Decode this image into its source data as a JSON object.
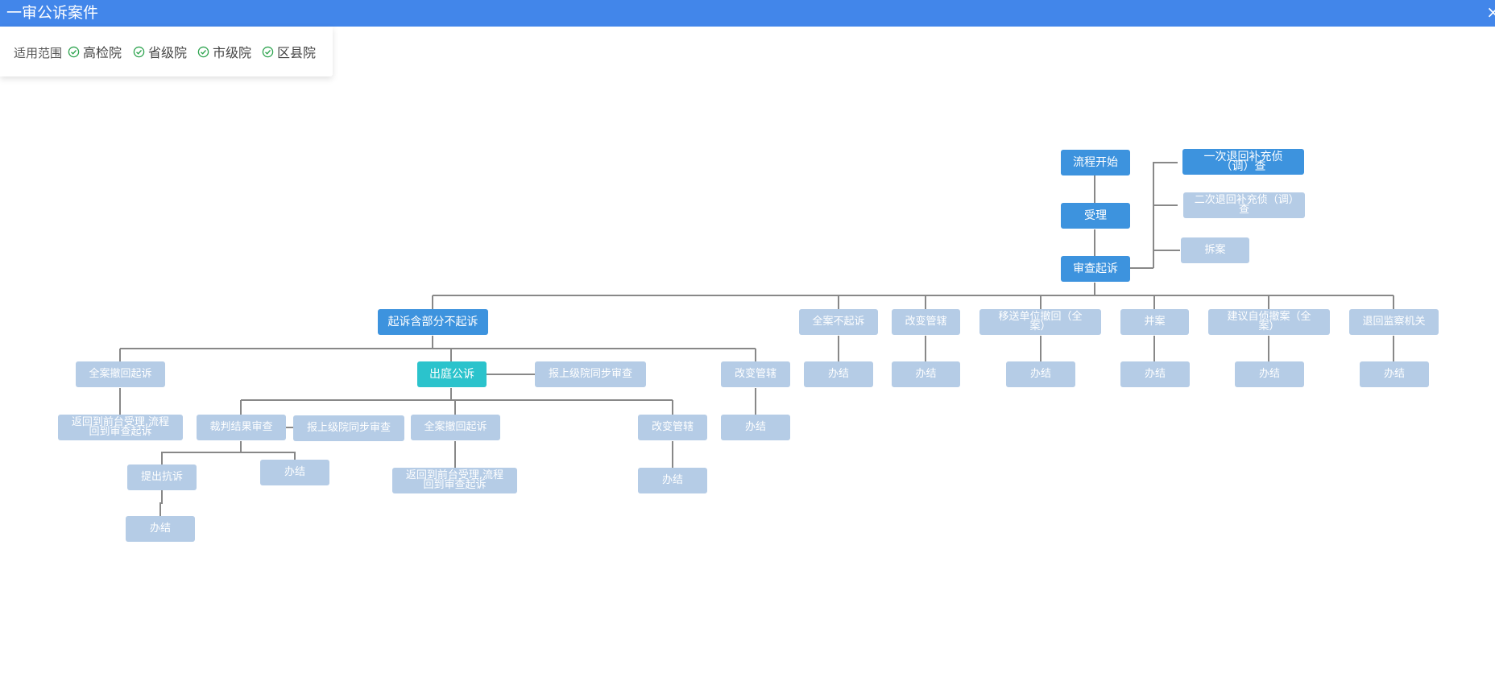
{
  "window": {
    "title": "一审公诉案件",
    "close_glyph": "×"
  },
  "scope": {
    "label": "适用范围",
    "check_color": "#2ea44f",
    "options": [
      "高检院",
      "省级院",
      "市级院",
      "区县院"
    ]
  },
  "colors": {
    "header": "#4286ea",
    "active_node": "#3d93de",
    "current_node": "#2bc3cc",
    "inactive_node": "#b5cce6",
    "connector": "#888888"
  },
  "flow": {
    "start": "流程开始",
    "accept": "受理",
    "review": "审查起诉",
    "return_once": "一次退回补充侦（调）查",
    "return_twice": "二次退回补充侦（调）查",
    "split_case": "拆案",
    "prosecute_partial": "起诉含部分不起诉",
    "no_prosecute_all": "全案不起诉",
    "change_jurisdiction": "改变管辖",
    "transfer_withdraw": "移送单位撤回（全案）",
    "merge_case": "并案",
    "suggest_withdraw": "建议自侦撤案（全案）",
    "return_supervision": "退回监察机关",
    "finish": "办结",
    "withdraw_all": "全案撤回起诉",
    "court_appearance": "出庭公诉",
    "report_superior": "报上级院同步审查",
    "return_front": "返回到前台受理,流程回到审查起诉",
    "judgment_review": "裁判结果审查",
    "protest": "提出抗诉"
  }
}
